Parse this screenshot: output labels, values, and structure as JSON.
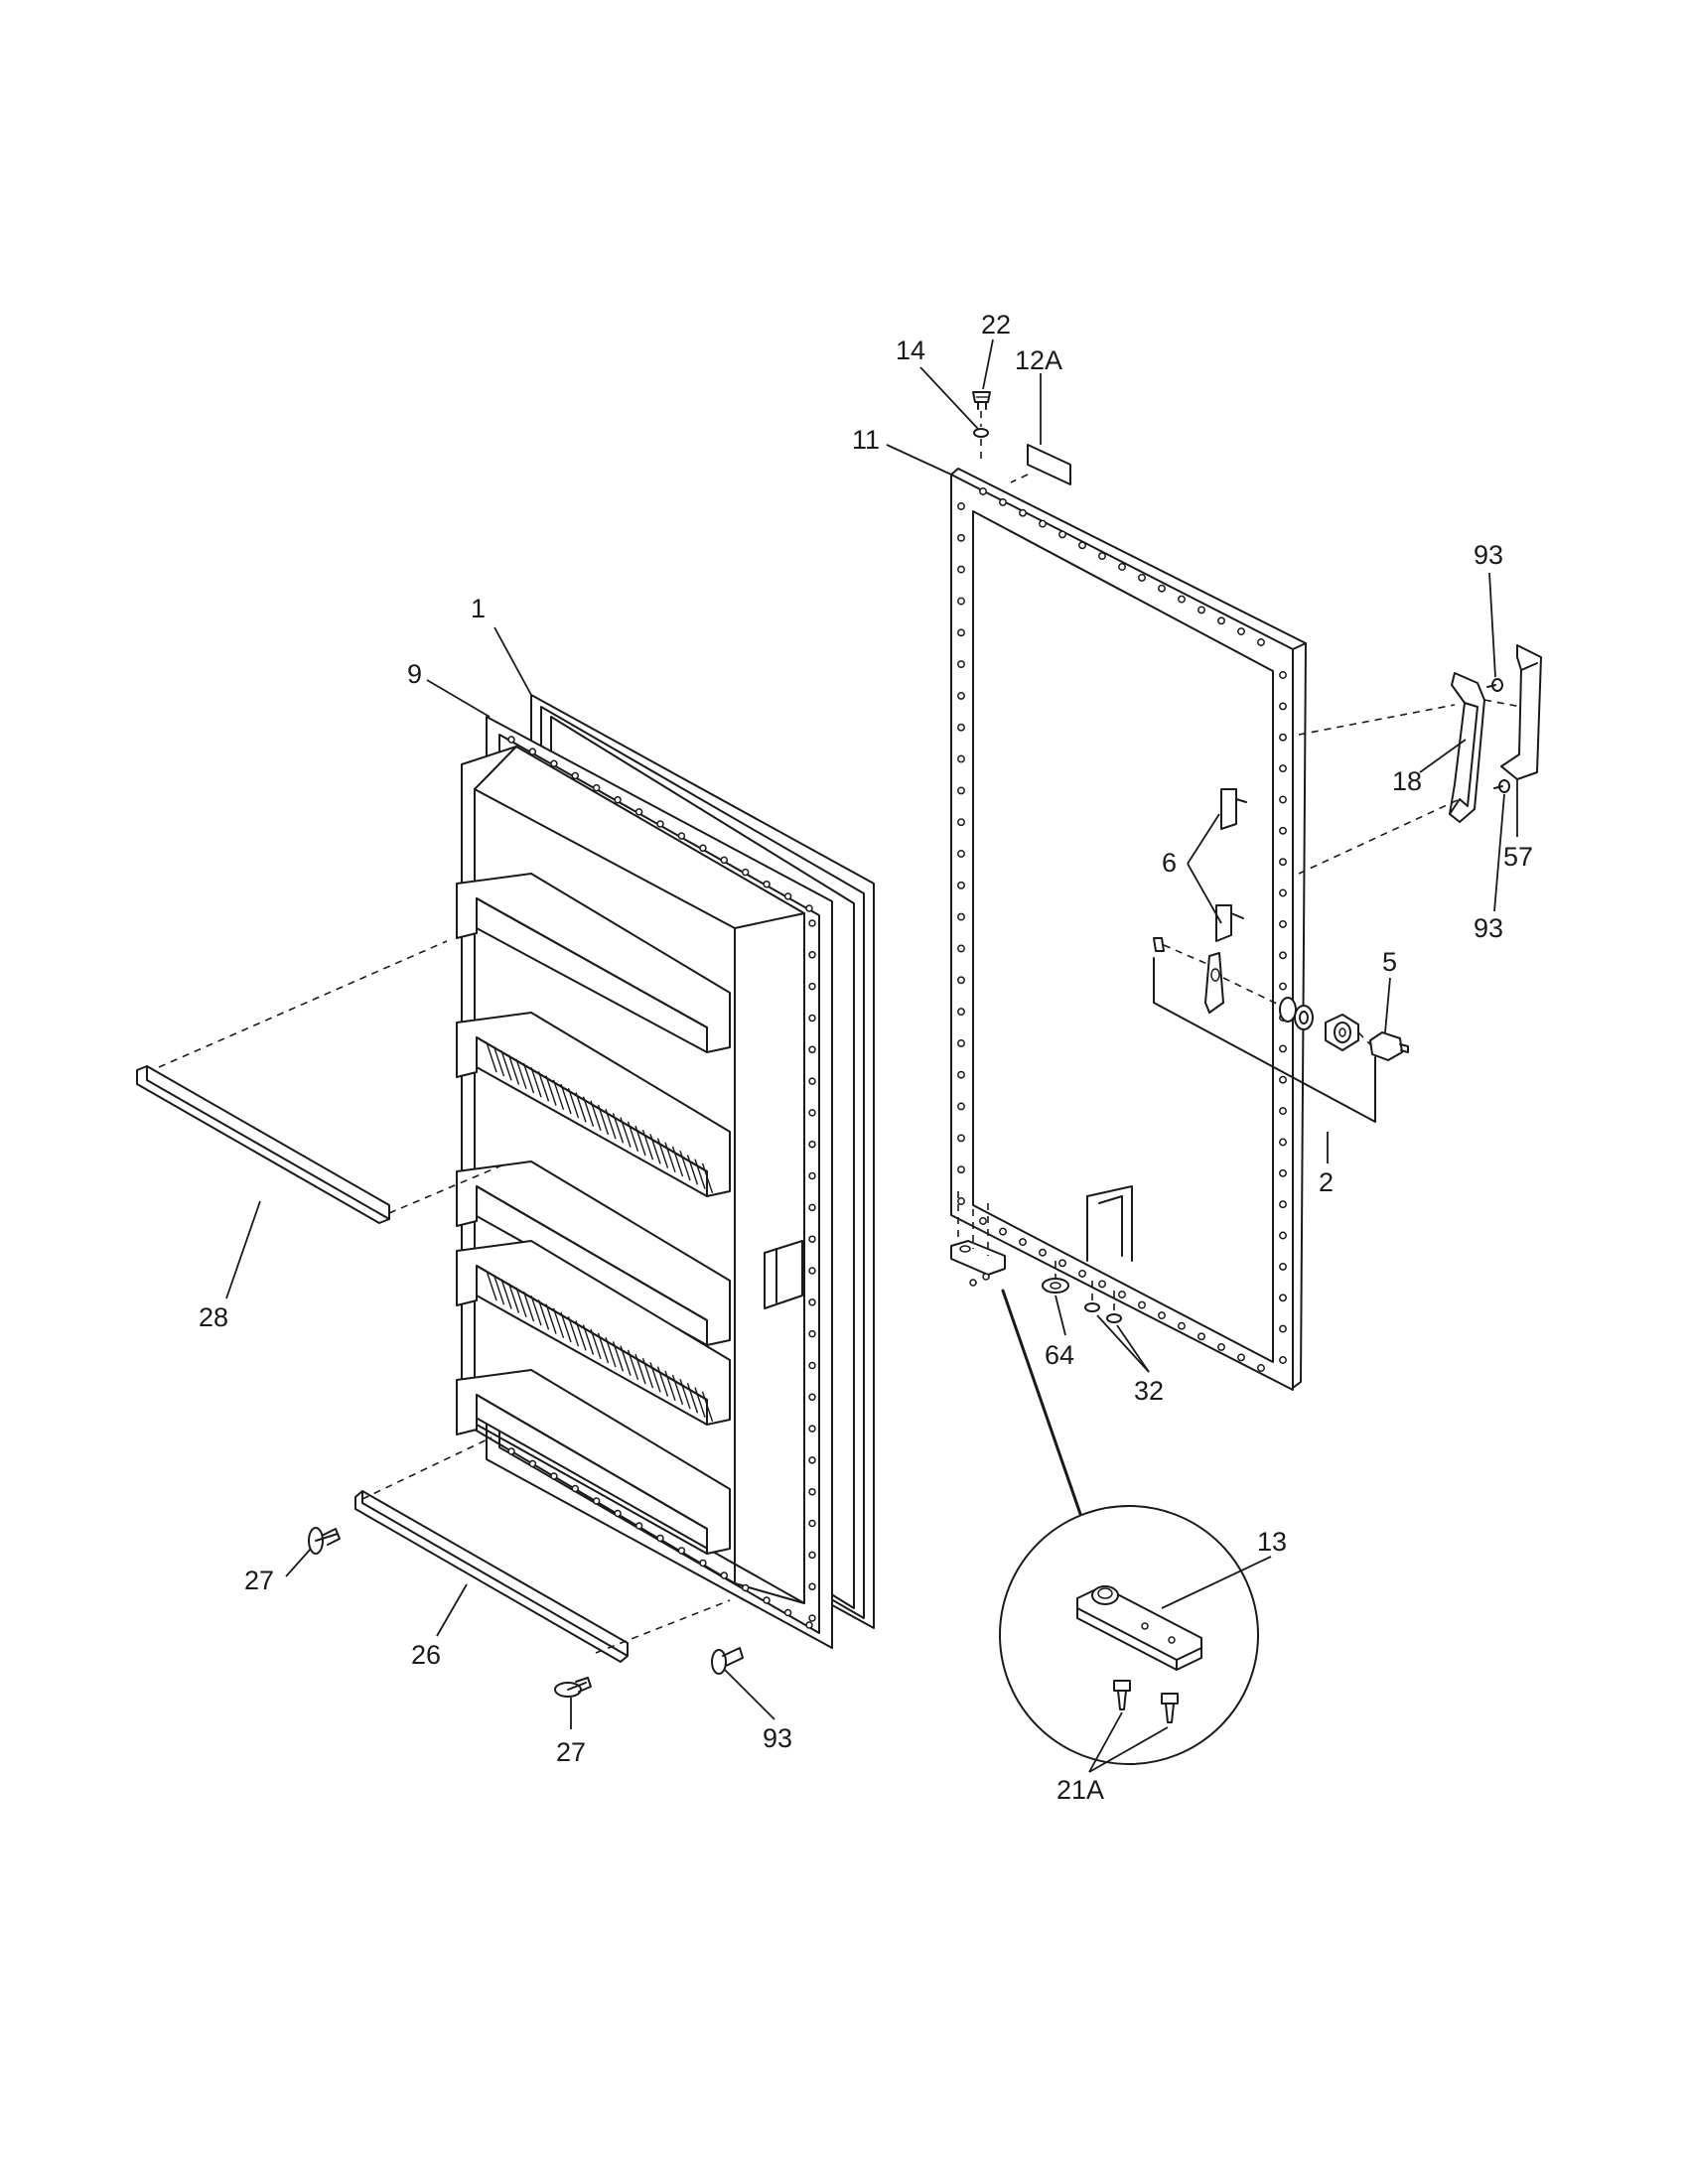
{
  "diagram": {
    "colors": {
      "line": "#1a1a1a",
      "background": "#ffffff"
    },
    "labels": {
      "p1": "1",
      "p9": "9",
      "p28": "28",
      "p27a": "27",
      "p26": "26",
      "p27b": "27",
      "p93a": "93",
      "p14": "14",
      "p22": "22",
      "p12a": "12A",
      "p11": "11",
      "p93b": "93",
      "p18": "18",
      "p57": "57",
      "p93c": "93",
      "p6": "6",
      "p5": "5",
      "p2": "2",
      "p64": "64",
      "p32": "32",
      "p13": "13",
      "p21a": "21A"
    }
  }
}
